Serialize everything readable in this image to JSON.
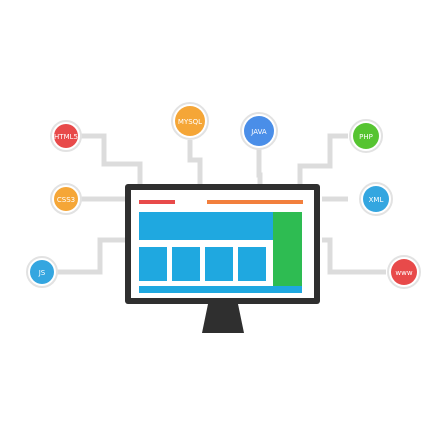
{
  "colors": {
    "background": "#ffffff",
    "connector": "#dcdcdc",
    "monitor_frame": "#2f2f2f",
    "screen_bg": "#ffffff",
    "bar_red": "#e84a4a",
    "bar_orange": "#f27f3d",
    "panel_blue": "#1fa8e0",
    "panel_green": "#2ebc52"
  },
  "nodes": [
    {
      "id": "html5",
      "label": "HTML5",
      "color": "#e84a4a"
    },
    {
      "id": "css3",
      "label": "CSS3",
      "color": "#f5a637"
    },
    {
      "id": "js",
      "label": "JS",
      "color": "#34a6e0"
    },
    {
      "id": "mysql",
      "label": "MYSQL",
      "color": "#f5a637"
    },
    {
      "id": "java",
      "label": "JAVA",
      "color": "#4a8ee8"
    },
    {
      "id": "php",
      "label": "PHP",
      "color": "#56c431"
    },
    {
      "id": "xml",
      "label": "XML",
      "color": "#34a6e0"
    },
    {
      "id": "www",
      "label": "www",
      "color": "#e84a4a"
    }
  ]
}
